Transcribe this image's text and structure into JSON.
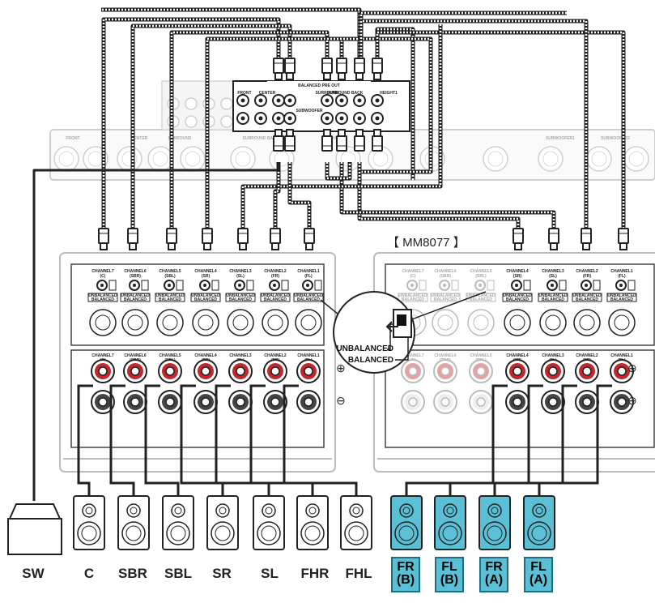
{
  "amp_label": "【 MM8077 】",
  "callout": {
    "line1": "UNBALANCED",
    "line2": "BALANCED"
  },
  "terminal_marks": {
    "plus": "⊕",
    "minus": "⊖"
  },
  "preout_panel": {
    "title": "BALANCED PRE OUT",
    "labels": [
      "FRONT",
      "CENTER",
      "SUBWOOFER",
      "SURROUND",
      "SURROUND BACK",
      "HEIGHT1"
    ],
    "ghost_labels": [
      "FRONT",
      "CENTER",
      "SURROUND",
      "SURROUND BACK",
      "HEIGHT1",
      "SUBWOOFER1",
      "SUBWOOFER2"
    ]
  },
  "amp_left_channels": [
    {
      "name": "CHANNEL7",
      "sub": "(C)"
    },
    {
      "name": "CHANNEL6",
      "sub": "(SBR)"
    },
    {
      "name": "CHANNEL5",
      "sub": "(SBL)"
    },
    {
      "name": "CHANNEL4",
      "sub": "(SR)"
    },
    {
      "name": "CHANNEL3",
      "sub": "(SL)"
    },
    {
      "name": "CHANNEL2",
      "sub": "(FR)"
    },
    {
      "name": "CHANNEL1",
      "sub": "(FL)"
    }
  ],
  "amp_right_channels": [
    {
      "name": "CHANNEL7",
      "sub": "(C)"
    },
    {
      "name": "CHANNEL6",
      "sub": "(SBR)"
    },
    {
      "name": "CHANNEL5",
      "sub": "(SBL)"
    },
    {
      "name": "CHANNEL4",
      "sub": "(SR)"
    },
    {
      "name": "CHANNEL3",
      "sub": "(SL)"
    },
    {
      "name": "CHANNEL2",
      "sub": "(FR)"
    },
    {
      "name": "CHANNEL1",
      "sub": "(FL)"
    }
  ],
  "switch_text": {
    "line1": "UNBALANCED",
    "line2": "BALANCED"
  },
  "speakers": [
    "SW",
    "C",
    "SBR",
    "SBL",
    "SR",
    "SL",
    "FHR",
    "FHL"
  ],
  "bi_amp_speakers": [
    {
      "line1": "FR",
      "line2": "(B)"
    },
    {
      "line1": "FL",
      "line2": "(B)"
    },
    {
      "line1": "FR",
      "line2": "(A)"
    },
    {
      "line1": "FL",
      "line2": "(A)"
    }
  ],
  "colors": {
    "highlight": "#5bc0d6",
    "terminal_red": "#c0282d",
    "cable": "#222222"
  }
}
